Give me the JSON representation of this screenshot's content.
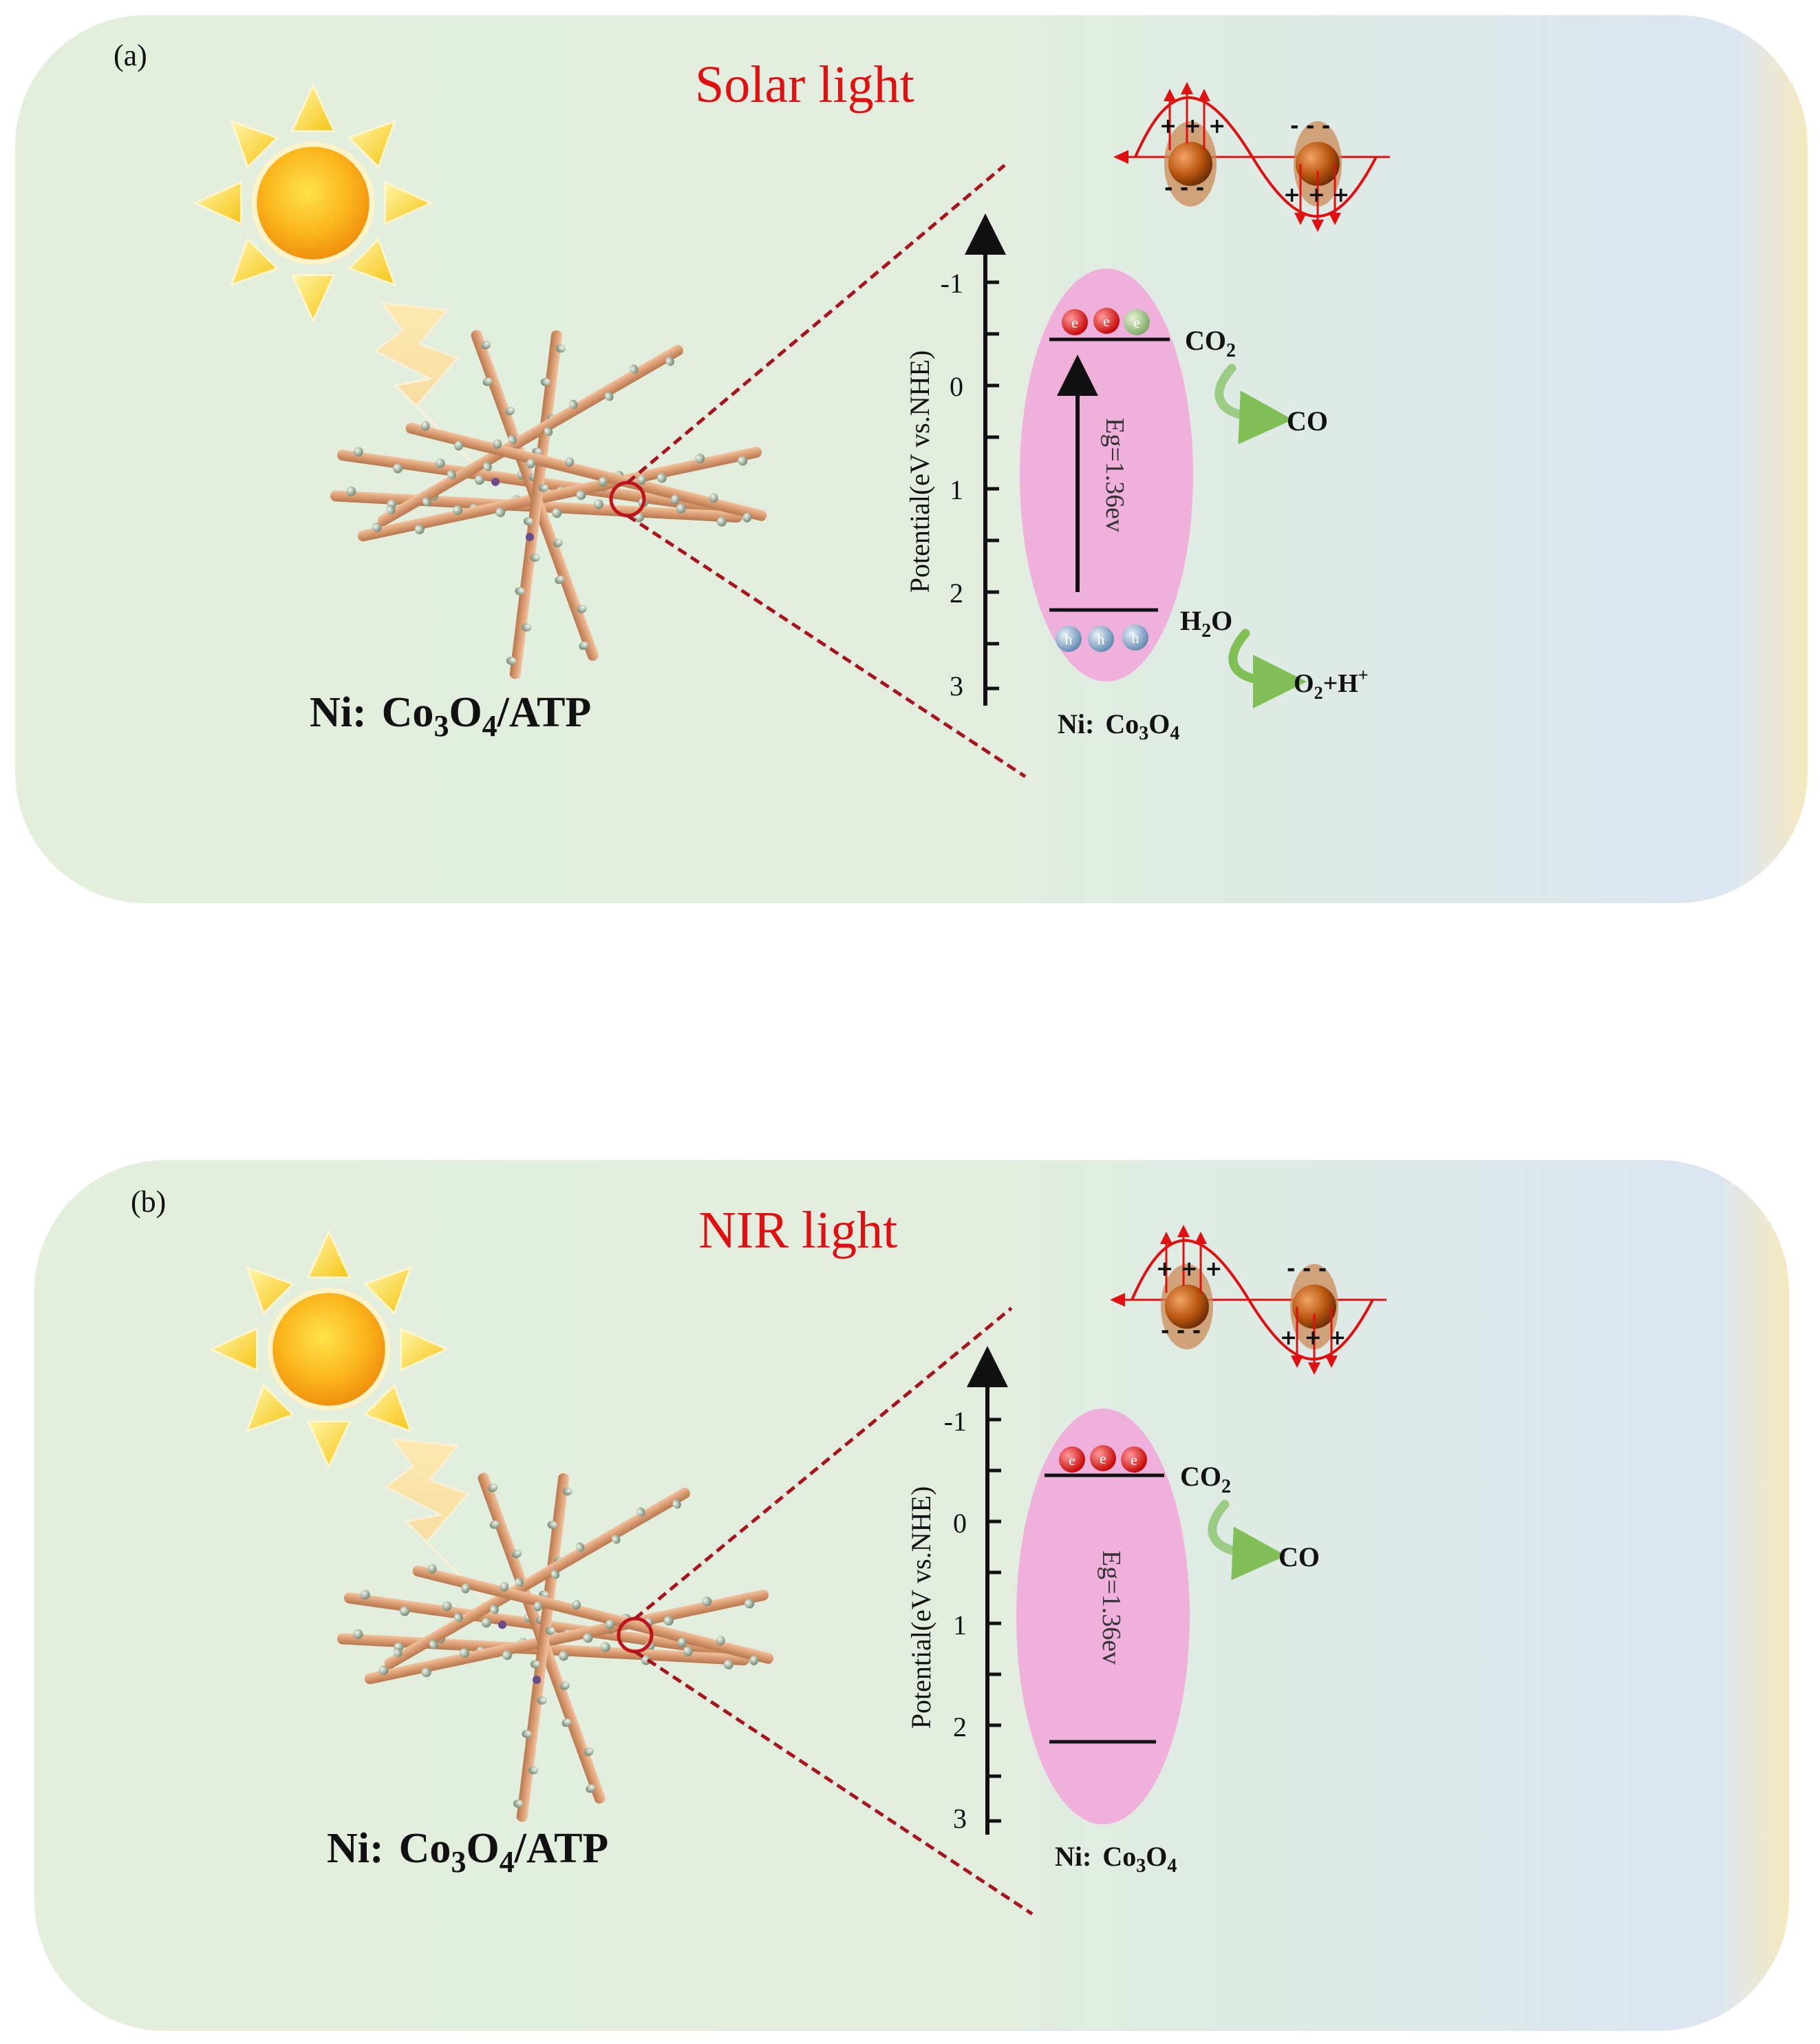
{
  "panels": [
    {
      "letter": "(a)",
      "title": "Solar light",
      "composite": {
        "ni": "Ni:",
        "co": "Co",
        "sub1": "3",
        "o": "O",
        "sub2": "4",
        "atp": "/ATP"
      },
      "band_caption": {
        "ni": "Ni:",
        "co": "Co",
        "sub1": "3",
        "o": "O",
        "sub2": "4"
      },
      "axis_label": "Potential(eV vs.NHE)",
      "ticks": [
        "-1",
        "0",
        "1",
        "2",
        "3"
      ],
      "band_gap": "Eg=1.36ev",
      "electron_symbol": "e",
      "hole_symbol": "h",
      "reduction": {
        "reactant": "CO",
        "reactant_sub": "2",
        "product": "CO"
      },
      "oxidation": {
        "reactant_h": "H",
        "reactant_sub": "2",
        "reactant_o": "O",
        "product_o": "O",
        "product_sub": "2",
        "product_rest": "+H",
        "product_sup": "+"
      },
      "charges": {
        "plus": "+ + +",
        "minus": "- - -"
      }
    },
    {
      "letter": "(b)",
      "title": "NIR light",
      "composite": {
        "ni": "Ni:",
        "co": "Co",
        "sub1": "3",
        "o": "O",
        "sub2": "4",
        "atp": "/ATP"
      },
      "band_caption": {
        "ni": "Ni:",
        "co": "Co",
        "sub1": "3",
        "o": "O",
        "sub2": "4"
      },
      "axis_label": "Potential(eV vs.NHE)",
      "ticks": [
        "-1",
        "0",
        "1",
        "2",
        "3"
      ],
      "band_gap": "Eg=1.36ev",
      "electron_symbol": "e",
      "reduction": {
        "reactant": "CO",
        "reactant_sub": "2",
        "product": "CO"
      },
      "charges": {
        "plus": "+ + +",
        "minus": "- - -"
      }
    }
  ],
  "colors": {
    "title_red": "#e01010",
    "panel_bg": "#e3eedb",
    "ellipse_pink": "#f0b0dc",
    "rod_tan": "#d9a07a",
    "sun_orange": "#f4a50c",
    "arrow_green": "#8dc46a",
    "wave_red": "#e01010"
  }
}
